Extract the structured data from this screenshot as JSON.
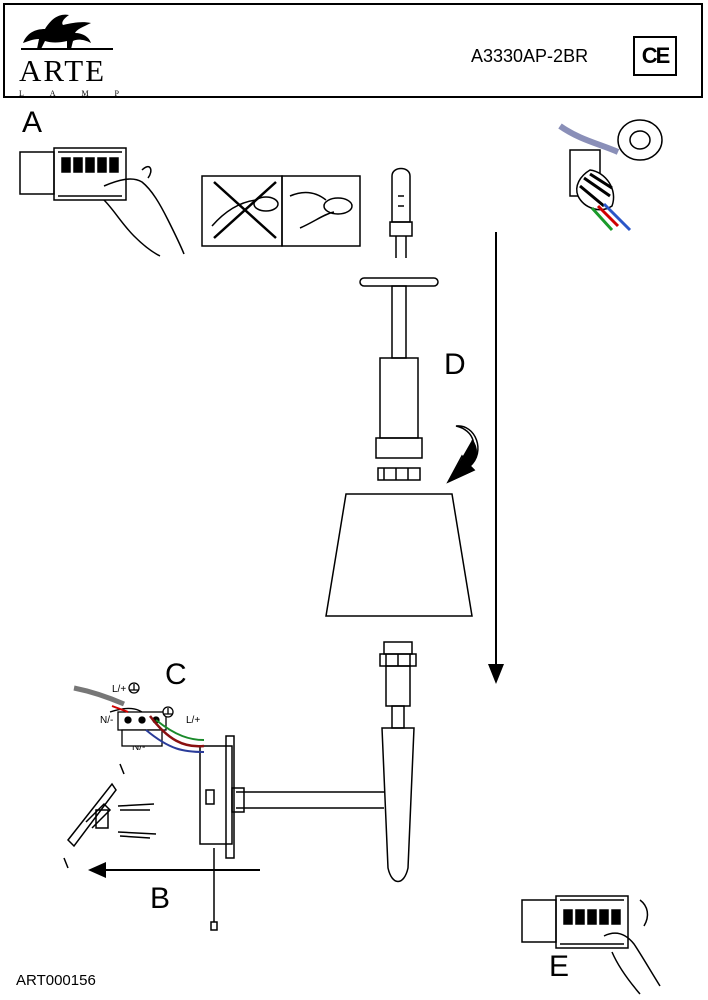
{
  "header": {
    "brand": "ARTE",
    "brand_sub": [
      "L",
      "A",
      "M",
      "P"
    ],
    "model": "A3330AP-2BR",
    "mark": "CE"
  },
  "steps": {
    "a": "A",
    "b": "B",
    "c": "C",
    "d": "D",
    "e": "E"
  },
  "wire_labels": {
    "live_top": "L/+",
    "neutral_top": "N/-",
    "live_bottom": "L/+",
    "neutral_bottom": "N/-"
  },
  "footer": {
    "code": "ART000156"
  }
}
